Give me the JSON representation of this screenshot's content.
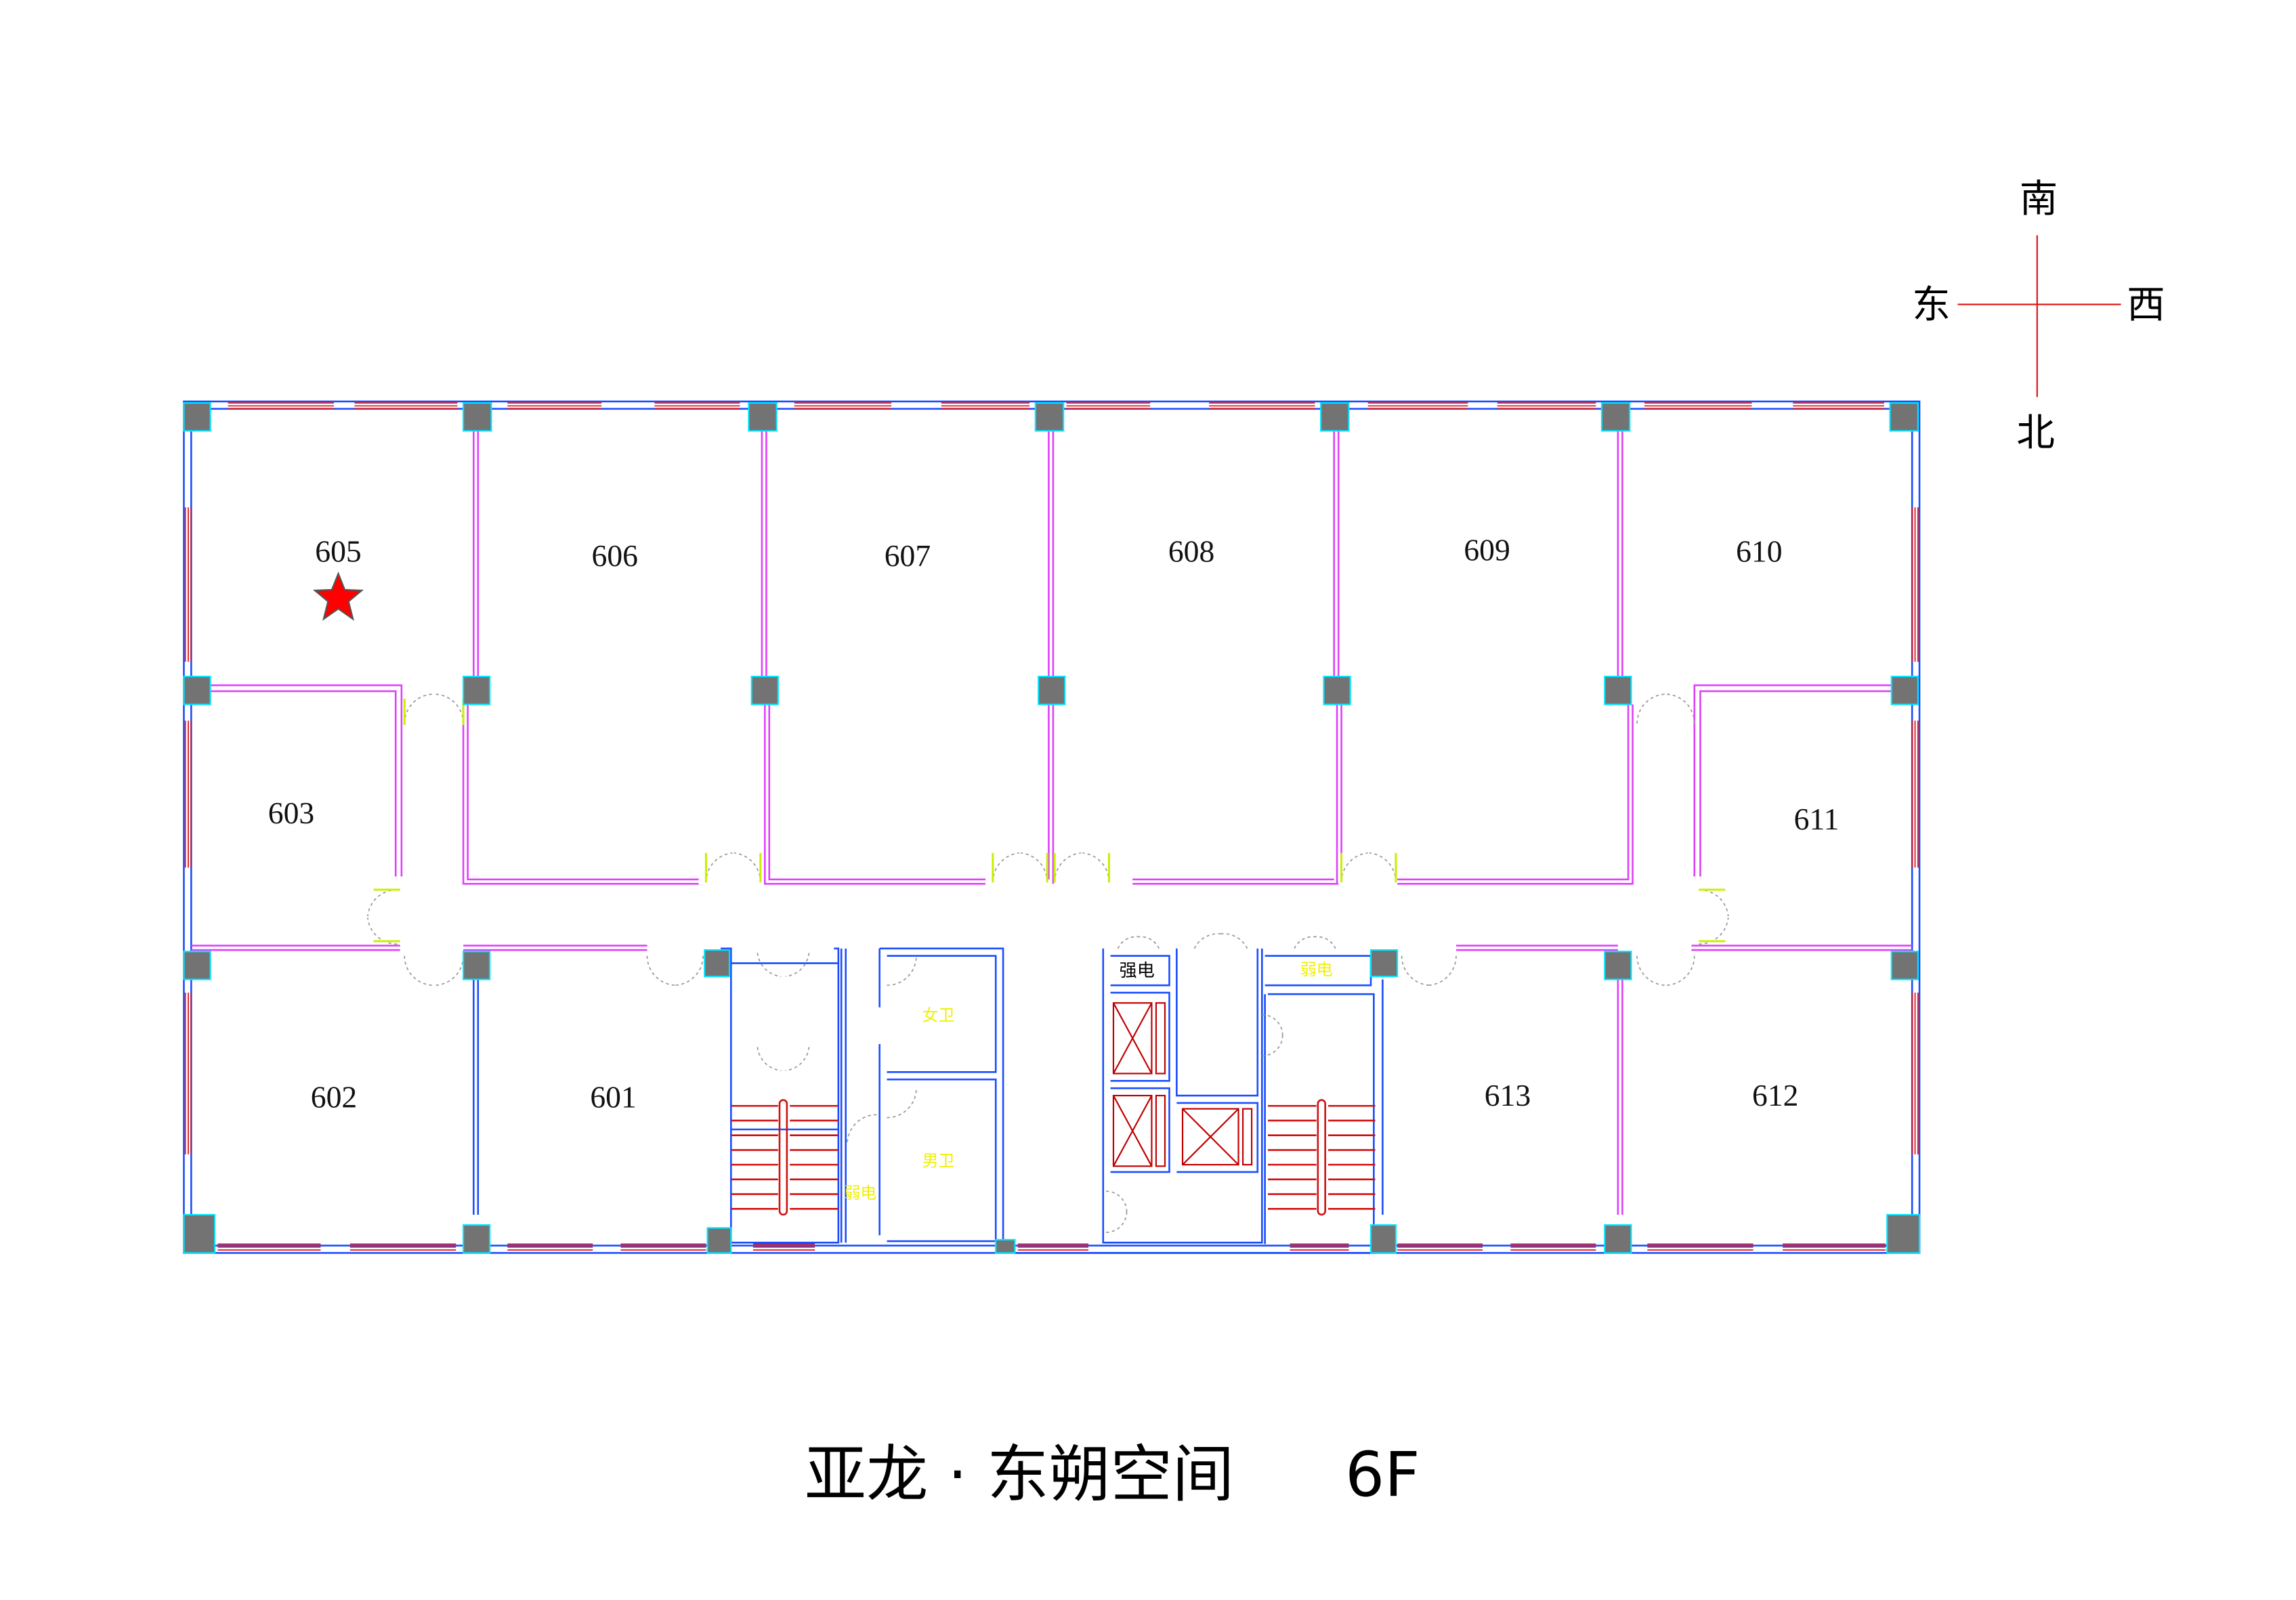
{
  "compass": {
    "south": "南",
    "east": "东",
    "west": "西",
    "north": "北"
  },
  "rooms": {
    "r605": "605",
    "r606": "606",
    "r607": "607",
    "r608": "608",
    "r609": "609",
    "r610": "610",
    "r603": "603",
    "r611": "611",
    "r602": "602",
    "r601": "601",
    "r613": "613",
    "r612": "612"
  },
  "core": {
    "womens_wc": "女卫",
    "mens_wc": "男卫",
    "low_voltage_1": "弱电",
    "low_voltage_2": "弱电",
    "high_voltage": "强电"
  },
  "marker": {
    "icon": "star-icon",
    "color": "#ff0000",
    "room": "605"
  },
  "title": {
    "name": "亚龙 · 东朔空间",
    "floor": "6F"
  }
}
